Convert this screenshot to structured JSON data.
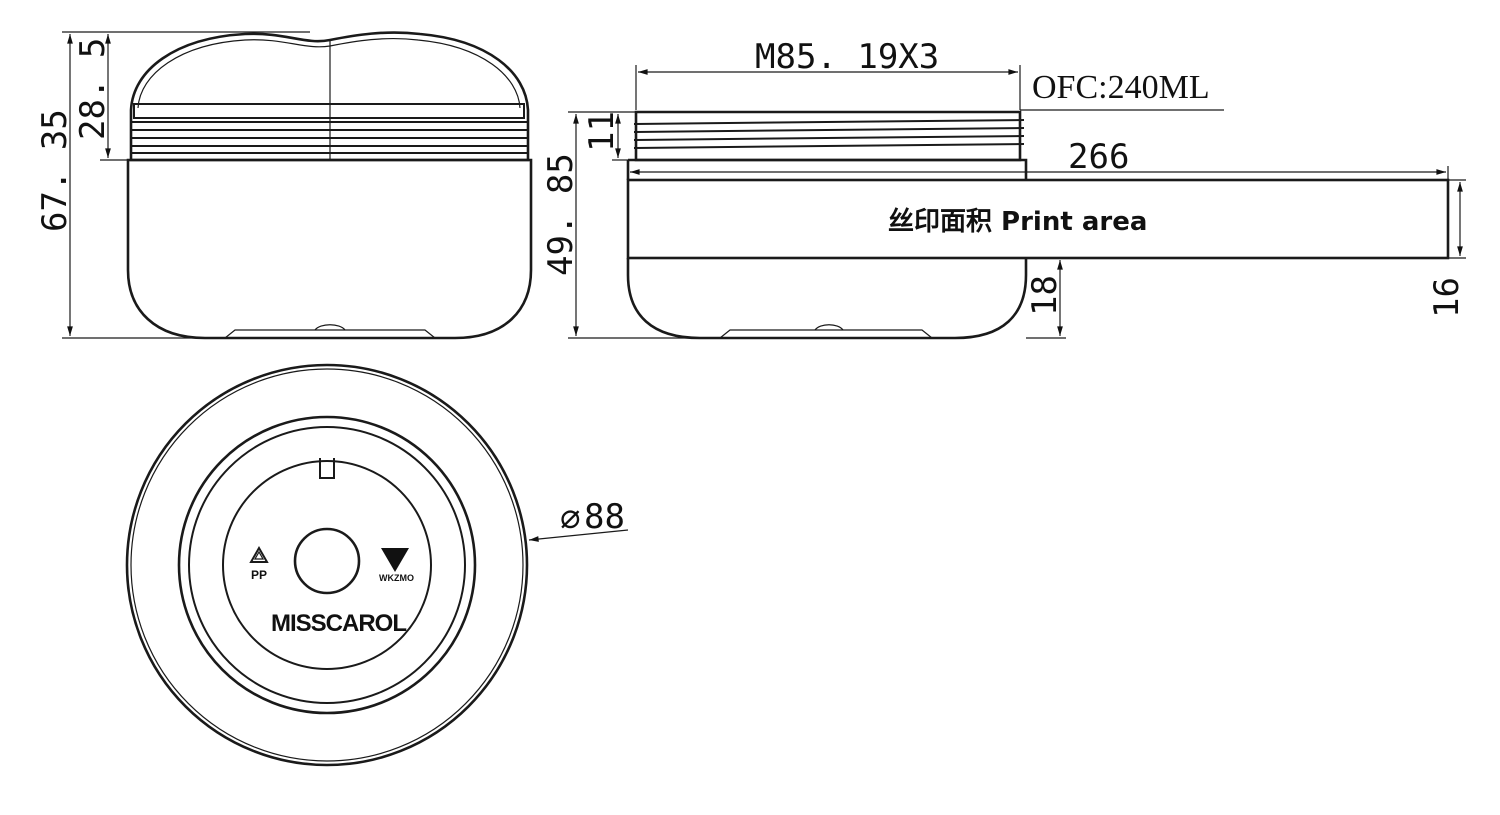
{
  "front_view": {
    "dim_total_height": "67. 35",
    "dim_cap_height": "28. 5"
  },
  "side_view": {
    "dim_thread": "M85. 19X3",
    "dim_capacity": "OFC:240ML",
    "dim_thread_height": "11",
    "dim_body_height": "49. 85",
    "dim_print_width": "266",
    "dim_print_bottom": "18",
    "dim_print_height": "16",
    "print_area_label": "丝印面积 Print area"
  },
  "bottom_view": {
    "dim_diameter": "88",
    "diameter_symbol": "⌀",
    "brand_mark": "MISSCAROL",
    "material_code": "PP",
    "maker_mark": "WKZMO"
  }
}
